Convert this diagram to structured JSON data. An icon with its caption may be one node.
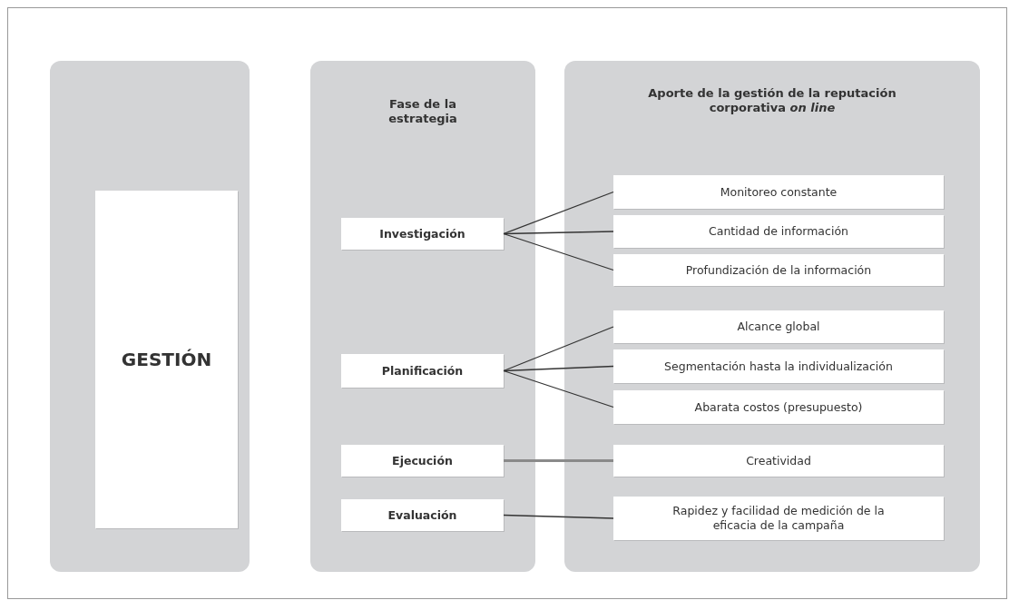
{
  "diagram": {
    "nodes": [
      {
        "text": [],
        "shape": "box"
      },
      {
        "text": [
          "GESTIÓN"
        ],
        "in": 0
      },
      {
        "text": [
          "Fase de la estrategia"
        ]
      },
      {
        "text": [
          "Investigación"
        ],
        "in": 2
      },
      {
        "text": [
          "Planificación"
        ],
        "in": 2
      },
      {
        "text": [
          "Ejecución"
        ],
        "in": 2
      },
      {
        "text": [
          "Evaluación"
        ],
        "in": 2
      },
      {
        "text": [
          "Aporte de la gestión de la reputación corporativa *on line*"
        ]
      },
      {
        "text": [
          "Monitoreo constante"
        ],
        "in": 7
      },
      {
        "text": [
          "Cantidad de información"
        ],
        "in": 7
      },
      {
        "text": [
          "Profundización de la información"
        ],
        "in": 7
      },
      {
        "text": [
          "Alcance global"
        ],
        "in": 7
      },
      {
        "text": [
          "Segmentación hasta la individualización"
        ],
        "in": 7
      },
      {
        "text": [
          "Abarata costos (presupuesto)"
        ],
        "in": 7
      },
      {
        "text": [
          "Creatividad"
        ],
        "in": 7
      },
      {
        "text": [
          "Rapidez y facilidad de medición de la eficacia de la campaña"
        ],
        "in": 7
      }
    ],
    "edges": [
      {
        "from": 3,
        "to": 8,
        "arrow": "none"
      },
      {
        "from": 3,
        "to": 9,
        "arrow": "none"
      },
      {
        "from": 3,
        "to": 10,
        "arrow": "none"
      },
      {
        "from": 4,
        "to": 11,
        "arrow": "none"
      },
      {
        "from": 4,
        "to": 12,
        "arrow": "none"
      },
      {
        "from": 4,
        "to": 13,
        "arrow": "none"
      },
      {
        "from": 5,
        "to": 14,
        "arrow": "none",
        "style": "thick",
        "color": "#8a8a8a"
      },
      {
        "from": 6,
        "to": 15,
        "arrow": "none"
      }
    ]
  }
}
